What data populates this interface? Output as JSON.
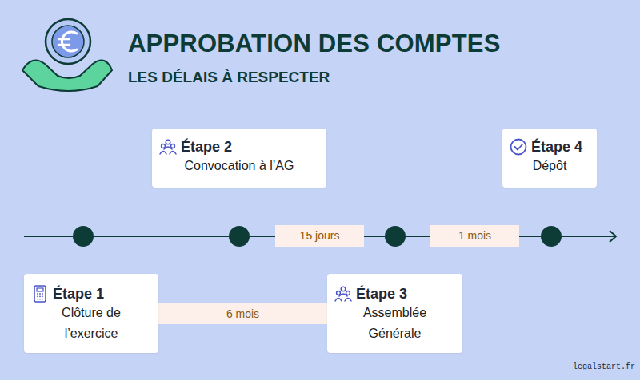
{
  "diagram": {
    "title": "APPROBATION DES COMPTES",
    "nodes": [
      {
        "text": [
          "Étape 1",
          "Clôture de l’exercice"
        ]
      },
      {
        "text": [
          "Étape 2",
          "Convocation à l’AG"
        ]
      },
      {
        "text": [
          "Étape 3",
          "Assemblée Générale"
        ]
      },
      {
        "text": [
          "Étape 4",
          "Dépôt"
        ]
      }
    ],
    "edges": [
      {
        "from": 0,
        "to": 2,
        "arrow": "none",
        "label": "6 mois"
      }
    ],
    "labels": [
      "LES DÉLAIS À RESPECTER",
      "15 jours",
      "1 mois",
      "legalstart.fr"
    ]
  }
}
